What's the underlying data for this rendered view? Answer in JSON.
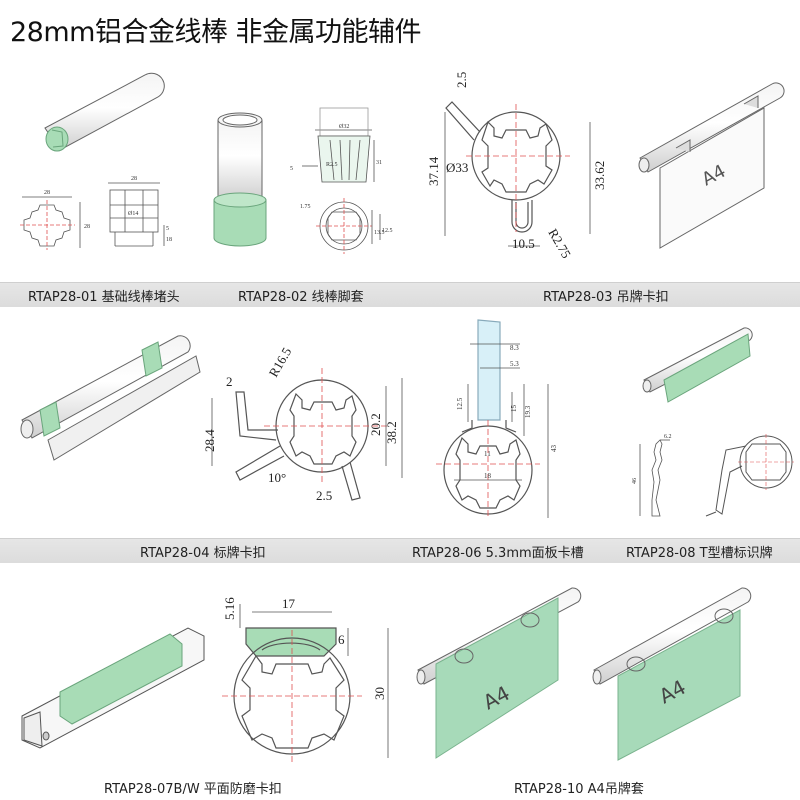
{
  "title": "28mm铝合金线棒 非金属功能辅件",
  "colors": {
    "accent_green": "#a8dcb6",
    "panel_green": "#a7dab9",
    "caption_bar": "#e0e0e0",
    "line": "#555555",
    "center_line": "#e05050"
  },
  "captions": {
    "p01": "RTAP28-01 基础线棒堵头",
    "p02": "RTAP28-02 线棒脚套",
    "p03": "RTAP28-03 吊牌卡扣",
    "p04": "RTAP28-04 标牌卡扣",
    "p06": "RTAP28-06 5.3mm面板卡槽",
    "p08": "RTAP28-08 T型槽标识牌",
    "p07": "RTAP28-07B/W  平面防磨卡扣",
    "p10": "RTAP28-10 A4吊牌套"
  },
  "dims": {
    "p01": {
      "w1": "28",
      "h1": "28",
      "w2": "28",
      "d": "Ø14",
      "a": "5",
      "b": "18"
    },
    "p02": {
      "d": "Ø32",
      "r": "R2.5",
      "h": "31",
      "s": "1.75",
      "t": "13.5",
      "u": "12.5",
      "v": "5"
    },
    "p03": {
      "a": "2.5",
      "h1": "37.14",
      "d": "Ø33",
      "h2": "33.62",
      "w": "10.5",
      "r": "R2.75"
    },
    "p04": {
      "r": "R16.5",
      "a": "2",
      "h": "28.4",
      "b": "20.2",
      "c": "38.2",
      "ang": "10°",
      "t": "2.5"
    },
    "p06": {
      "a": "8.3",
      "b": "5.3",
      "c": "12.5",
      "d": "15",
      "e": "19.3",
      "f": "43",
      "g": "11",
      "w": "18"
    },
    "p08": {
      "a": "6.2",
      "h": "46"
    },
    "p07": {
      "a": "5.16",
      "w": "17",
      "t": "6",
      "h": "30"
    }
  },
  "signs": {
    "a4": "A4"
  }
}
